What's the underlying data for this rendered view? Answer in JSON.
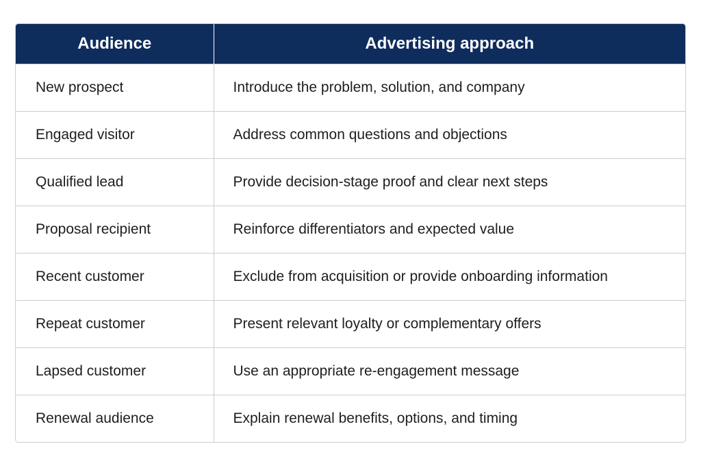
{
  "table": {
    "headers": {
      "audience": "Audience",
      "approach": "Advertising approach"
    },
    "rows": [
      {
        "audience": "New prospect",
        "approach": "Introduce the problem, solution, and company"
      },
      {
        "audience": "Engaged visitor",
        "approach": "Address common questions and objections"
      },
      {
        "audience": "Qualified lead",
        "approach": "Provide decision-stage proof and clear next steps"
      },
      {
        "audience": "Proposal recipient",
        "approach": "Reinforce differentiators and expected value"
      },
      {
        "audience": "Recent customer",
        "approach": "Exclude from acquisition or provide onboarding information"
      },
      {
        "audience": "Repeat customer",
        "approach": "Present relevant loyalty or complementary offers"
      },
      {
        "audience": "Lapsed customer",
        "approach": "Use an appropriate re-engagement message"
      },
      {
        "audience": "Renewal audience",
        "approach": "Explain renewal benefits, options, and timing"
      }
    ]
  },
  "colors": {
    "header_bg": "#0f2d5c",
    "header_text": "#ffffff",
    "border": "#c9cdd3",
    "body_text": "#1e1e1e"
  }
}
